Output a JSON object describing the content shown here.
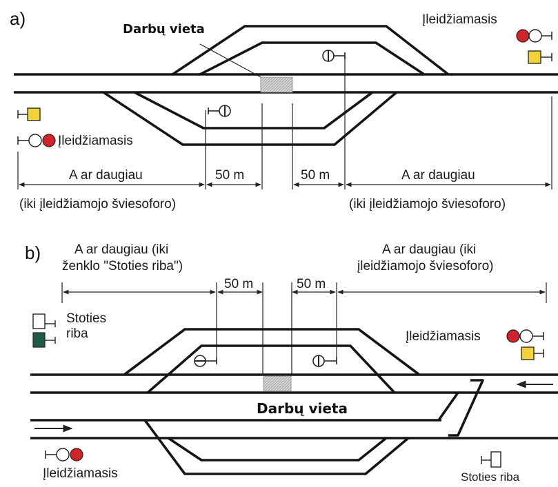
{
  "panel_a": {
    "tag": "a)",
    "work_site": "Darbų vieta",
    "signal_right": "Įleidžiamasis",
    "signal_left": "Įleidžiamasis",
    "distance_left": "A ar daugiau",
    "distance_right": "A ar daugiau",
    "dist_50_left": "50 m",
    "dist_50_right": "50 m",
    "note_left": "(iki įleidžiamojo šviesoforo)",
    "note_right": "(iki įleidžiamojo šviesoforo)"
  },
  "panel_b": {
    "tag": "b)",
    "left_header_1": "A  ar daugiau (iki",
    "left_header_2": "ženklo \"Stoties riba\")",
    "right_header_1": "A  ar daugiau (iki",
    "right_header_2": "įleidžiamojo šviesoforo)",
    "dist_50_left": "50 m",
    "dist_50_right": "50 m",
    "station_left_1": "Stoties",
    "station_left_2": "riba",
    "signal_right": "Įleidžiamasis",
    "signal_left": "Įleidžiamasis",
    "work_site": "Darbų vieta",
    "station_right": "Stoties riba"
  },
  "colors": {
    "signal_red": "#d2232a",
    "signal_yellow": "#f2d13a",
    "station_green": "#1f5c45",
    "work_area": "#c8c8c8"
  }
}
